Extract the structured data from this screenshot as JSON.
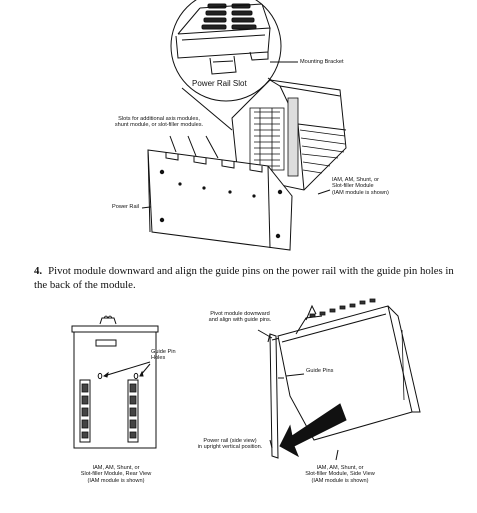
{
  "figure_top": {
    "power_rail_slot": "Power Rail Slot",
    "mounting_bracket": "Mounting Bracket",
    "slots_label": "Slots for additional axis modules,\nshunt module, or slot-filler modules.",
    "power_rail": "Power Rail",
    "module_label": "IAM, AM, Shunt, or\nSlot-filler Module\n(IAM module is shown)"
  },
  "step": {
    "number": "4.",
    "text": "Pivot module downward and align the guide pins on the power rail with the guide pin holes in the back of the module."
  },
  "figure_bottom": {
    "guide_pin_holes": "Guide Pin\nHoles",
    "rear_view": "IAM, AM, Shunt, or\nSlot-filler Module, Rear View\n(IAM module is shown)",
    "pivot_label": "Pivot module downward\nand align with guide pins.",
    "guide_pins": "Guide Pins",
    "power_rail_side": "Power rail (side view)\nin upright vertical position.",
    "side_view": "IAM, AM, Shunt, or\nSlot-filler Module, Side View\n(IAM module is shown)"
  }
}
